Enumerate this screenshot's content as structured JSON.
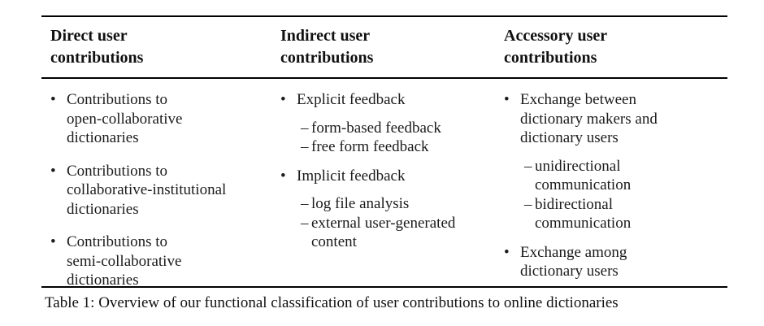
{
  "figure": {
    "kind": "classification-table",
    "colors": {
      "background": "#ffffff",
      "text": "#111111",
      "rule": "#000000"
    },
    "list_markers": {
      "bullet": "•",
      "dash": "–"
    },
    "table": {
      "columns": [
        {
          "id": "direct",
          "header": "Direct user\ncontributions",
          "items": [
            {
              "level": 1,
              "text": "Contributions to\nopen-collaborative\ndictionaries"
            },
            {
              "level": 1,
              "text": "Contributions to\ncollaborative-institutional\ndictionaries"
            },
            {
              "level": 1,
              "text": "Contributions to\nsemi-collaborative\ndictionaries"
            }
          ]
        },
        {
          "id": "indirect",
          "header": "Indirect user\ncontributions",
          "items": [
            {
              "level": 1,
              "text": "Explicit feedback"
            },
            {
              "level": 2,
              "text": "form-based feedback"
            },
            {
              "level": 2,
              "text": "free form feedback"
            },
            {
              "level": 1,
              "text": "Implicit feedback"
            },
            {
              "level": 2,
              "text": "log file analysis"
            },
            {
              "level": 2,
              "text": "external user-generated\ncontent"
            }
          ]
        },
        {
          "id": "accessory",
          "header": "Accessory user\ncontributions",
          "items": [
            {
              "level": 1,
              "text": "Exchange between\ndictionary makers and\ndictionary users"
            },
            {
              "level": 2,
              "text": "unidirectional\ncommunication"
            },
            {
              "level": 2,
              "text": "bidirectional\ncommunication"
            },
            {
              "level": 1,
              "text": "Exchange among\ndictionary users"
            }
          ]
        }
      ],
      "caption": "Table 1: Overview of our functional classification of user contributions to online dictionaries"
    }
  }
}
